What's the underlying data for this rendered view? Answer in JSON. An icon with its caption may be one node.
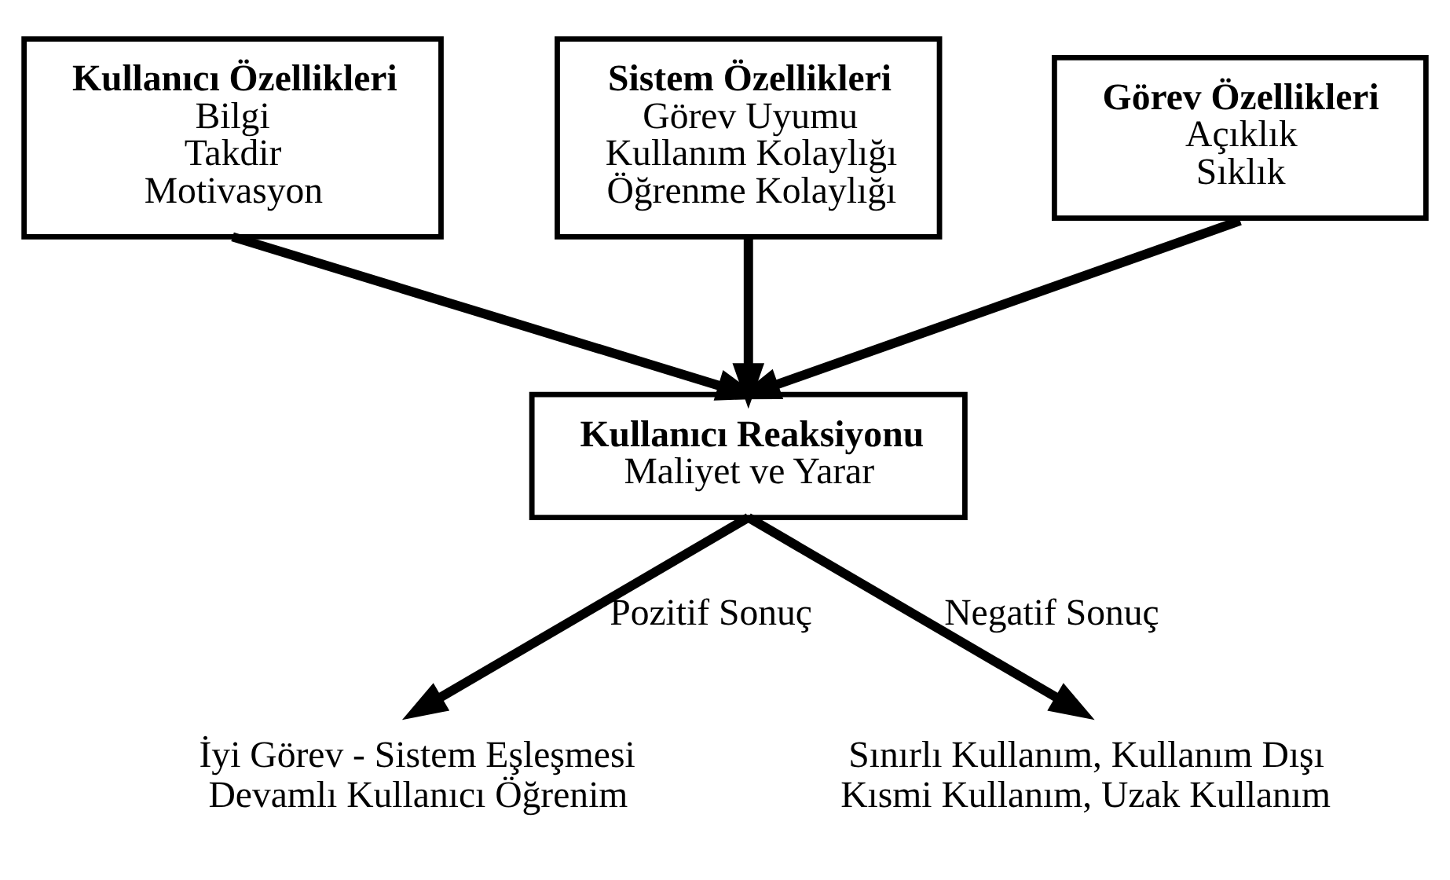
{
  "diagram": {
    "nodes": [
      {
        "text": [
          "Kullanıcı Özellikleri",
          "Bilgi",
          "Takdir",
          "Motivasyon"
        ]
      },
      {
        "text": [
          "Sistem Özellikleri",
          "Görev Uyumu",
          "Kullanım Kolaylığı",
          "Öğrenme Kolaylığı"
        ]
      },
      {
        "text": [
          "Görev Özellikleri",
          "Açıklık",
          "Sıklık"
        ]
      },
      {
        "text": [
          "Kullanıcı Reaksiyonu",
          "Maliyet ve Yarar"
        ]
      },
      {
        "text": [
          "İyi Görev - Sistem Eşleşmesi",
          "Devamlı Kullanıcı Öğrenim"
        ]
      },
      {
        "text": [
          "Sınırlı Kullanım, Kullanım Dışı",
          "Kısmi Kullanım, Uzak Kullanım"
        ]
      }
    ],
    "edges": [
      {
        "from": 0,
        "to": 3,
        "arrow": "to"
      },
      {
        "from": 1,
        "to": 3,
        "arrow": "to"
      },
      {
        "from": 2,
        "to": 3,
        "arrow": "to"
      },
      {
        "from": 3,
        "to": 4,
        "arrow": "to",
        "label": "Pozitif Sonuç"
      },
      {
        "from": 3,
        "to": 5,
        "arrow": "to",
        "label": "Negatif Sonuç"
      }
    ]
  }
}
